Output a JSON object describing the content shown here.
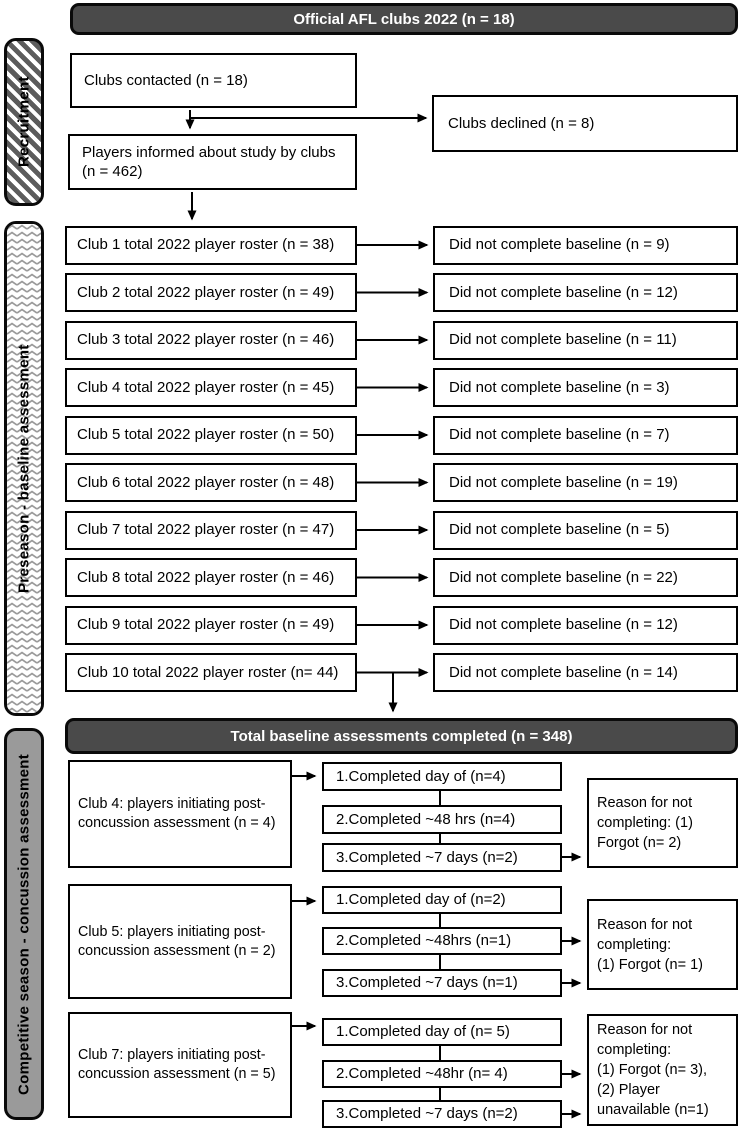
{
  "header": {
    "title": "Official AFL clubs 2022 (n = 18)"
  },
  "sidebars": {
    "recruitment": "Recruitment",
    "preseason": "Preseason - baseline assessment",
    "competitive": "Competitive season - concussion assessment"
  },
  "recruitment": {
    "contacted": "Clubs contacted (n = 18)",
    "declined": "Clubs declined (n = 8)",
    "informed": "Players informed about study by clubs\n(n = 462)"
  },
  "baseline": {
    "rows": [
      {
        "club": "Club 1 total 2022 player roster (n = 38)",
        "excluded": "Did not complete baseline (n = 9)"
      },
      {
        "club": "Club 2 total 2022 player roster (n = 49)",
        "excluded": "Did not complete baseline (n = 12)"
      },
      {
        "club": "Club 3 total 2022 player roster (n = 46)",
        "excluded": "Did not complete baseline (n = 11)"
      },
      {
        "club": "Club 4 total 2022 player roster (n = 45)",
        "excluded": "Did not complete baseline (n = 3)"
      },
      {
        "club": "Club 5 total 2022 player roster (n = 50)",
        "excluded": "Did not complete baseline (n = 7)"
      },
      {
        "club": "Club 6 total 2022 player roster (n = 48)",
        "excluded": "Did not complete baseline (n = 19)"
      },
      {
        "club": "Club 7 total 2022 player roster (n = 47)",
        "excluded": "Did not complete baseline (n = 5)"
      },
      {
        "club": "Club 8 total 2022 player roster (n = 46)",
        "excluded": "Did not complete baseline (n = 22)"
      },
      {
        "club": "Club 9 total 2022 player roster (n = 49)",
        "excluded": "Did not complete baseline (n = 12)"
      },
      {
        "club": "Club 10 total 2022 player roster (n= 44)",
        "excluded": "Did not complete baseline (n = 14)"
      }
    ],
    "total": "Total baseline assessments completed (n = 348)"
  },
  "concussion": {
    "groups": [
      {
        "label": "Club 4: players initiating post-\nconcussion assessment (n = 4)",
        "steps": [
          "1.Completed day of (n=4)",
          "2.Completed ~48 hrs (n=4)",
          "3.Completed ~7 days (n=2)"
        ],
        "reason": "Reason for not\ncompleting: (1)\nForgot (n= 2)"
      },
      {
        "label": "Club 5: players initiating post-\nconcussion assessment (n = 2)",
        "steps": [
          "1.Completed day of (n=2)",
          "2.Completed ~48hrs (n=1)",
          "3.Completed ~7 days (n=1)"
        ],
        "reason": "Reason for not\ncompleting:\n(1) Forgot (n= 1)"
      },
      {
        "label": "Club 7: players initiating post-\nconcussion assessment (n = 5)",
        "steps": [
          "1.Completed day of (n= 5)",
          "2.Completed ~48hr (n= 4)",
          "3.Completed ~7 days (n=2)"
        ],
        "reason": "Reason for not\ncompleting:\n(1) Forgot (n= 3),\n(2) Player\nunavailable (n=1)"
      }
    ]
  },
  "colors": {
    "bar_fill": "#4a4a4a",
    "bar_text": "#ffffff",
    "competitive_fill": "#9a9a9a",
    "border": "#000000"
  }
}
